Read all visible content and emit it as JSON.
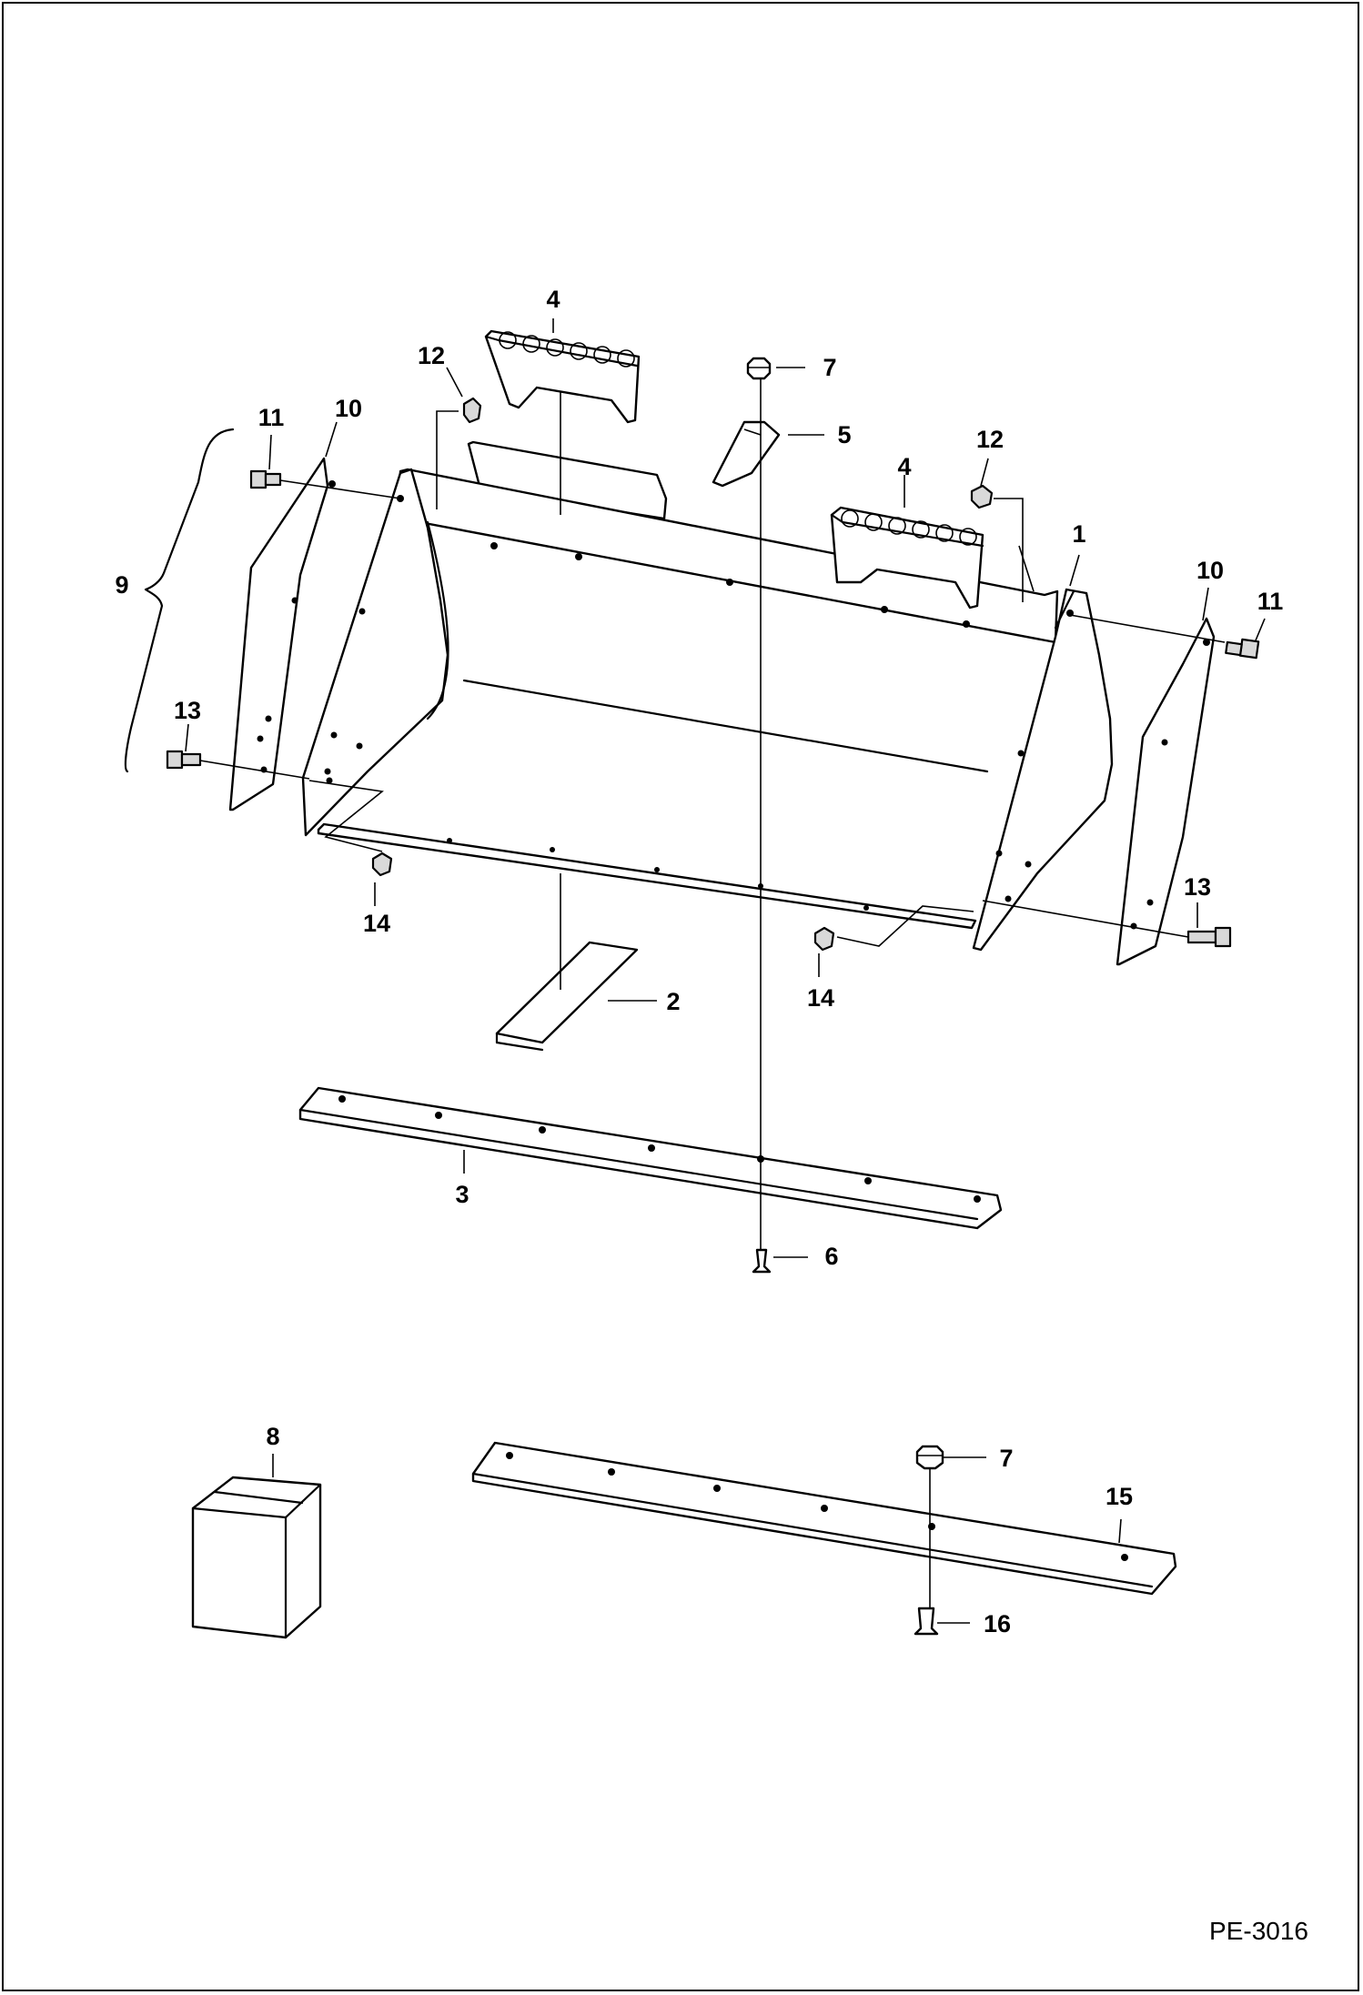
{
  "figure_id": "PE-3016",
  "callouts": [
    "1",
    "2",
    "3",
    "4",
    "4",
    "5",
    "6",
    "7",
    "7",
    "8",
    "9",
    "10",
    "10",
    "11",
    "11",
    "12",
    "12",
    "13",
    "13",
    "14",
    "14",
    "15",
    "16"
  ]
}
